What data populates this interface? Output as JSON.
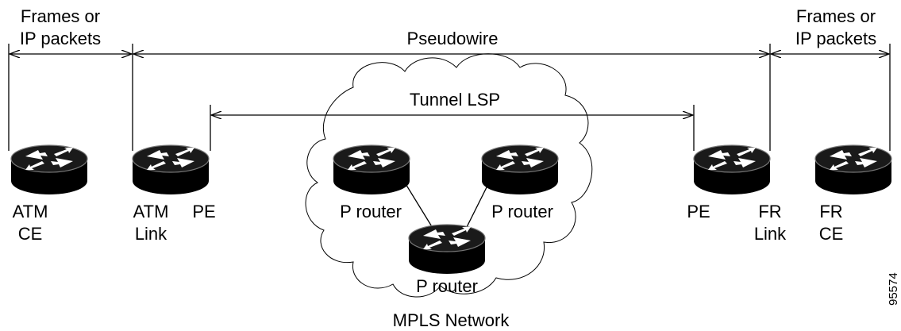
{
  "labels": {
    "frames_left_1": "Frames or",
    "frames_left_2": "IP packets",
    "frames_right_1": "Frames or",
    "frames_right_2": "IP packets",
    "pseudowire": "Pseudowire",
    "tunnel_lsp": "Tunnel LSP",
    "atm_ce_1": "ATM",
    "atm_ce_2": "CE",
    "atm_link_1": "ATM",
    "atm_link_2": "Link",
    "pe_left": "PE",
    "p_router_left": "P router",
    "p_router_right": "P router",
    "p_router_bottom": "P router",
    "pe_right": "PE",
    "fr_link_1": "FR",
    "fr_link_2": "Link",
    "fr_ce_1": "FR",
    "fr_ce_2": "CE",
    "network": "MPLS Network",
    "figure_id": "95574"
  },
  "icons": {
    "router": "router-icon"
  }
}
